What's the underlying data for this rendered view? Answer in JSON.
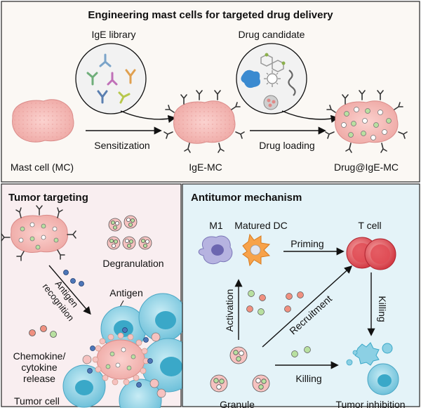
{
  "top_panel": {
    "title": "Engineering mast cells for targeted drug delivery",
    "ige_library_label": "IgE library",
    "drug_candidate_label": "Drug candidate",
    "sensitization_label": "Sensitization",
    "drug_loading_label": "Drug loading",
    "mast_cell_label": "Mast cell (MC)",
    "ige_mc_label": "IgE-MC",
    "drug_ige_mc_label": "Drug@IgE-MC"
  },
  "tumor_panel": {
    "title": "Tumor targeting",
    "degranulation_label": "Degranulation",
    "antigen_recognition_line1": "Antigen",
    "antigen_recognition_line2": "recognition",
    "antigen_label": "Antigen",
    "chemokine_line1": "Chemokine/",
    "chemokine_line2": "cytokine",
    "chemokine_line3": "release",
    "tumor_cell_label": "Tumor cell"
  },
  "antitumor_panel": {
    "title": "Antitumor mechanism",
    "m1_label": "M1",
    "matured_dc_label": "Matured DC",
    "t_cell_label": "T cell",
    "priming_label": "Priming",
    "activation_label": "Activation",
    "recruitment_label": "Recruitment",
    "killing_vertical_label": "Killing",
    "killing_horizontal_label": "Killing",
    "granule_label": "Granule",
    "tumor_inhibition_label": "Tumor inhibition"
  },
  "colors": {
    "top_panel_bg": "#fbf8f4",
    "tumor_panel_bg": "#f9eef0",
    "antitumor_panel_bg": "#e4f3f8",
    "mast_cell_fill": "#f4b8b4",
    "mast_cell_dark": "#d98a88",
    "granule_green": "#b8e0a0",
    "granule_red": "#f09080",
    "tumor_cell_fill": "#8cd0e4",
    "tumor_nucleus": "#3aa8c8",
    "t_cell_red": "#e04a52",
    "dc_orange": "#f7a24a",
    "m1_purple": "#a9a6d8",
    "antigen_blue": "#2f5aa0"
  }
}
